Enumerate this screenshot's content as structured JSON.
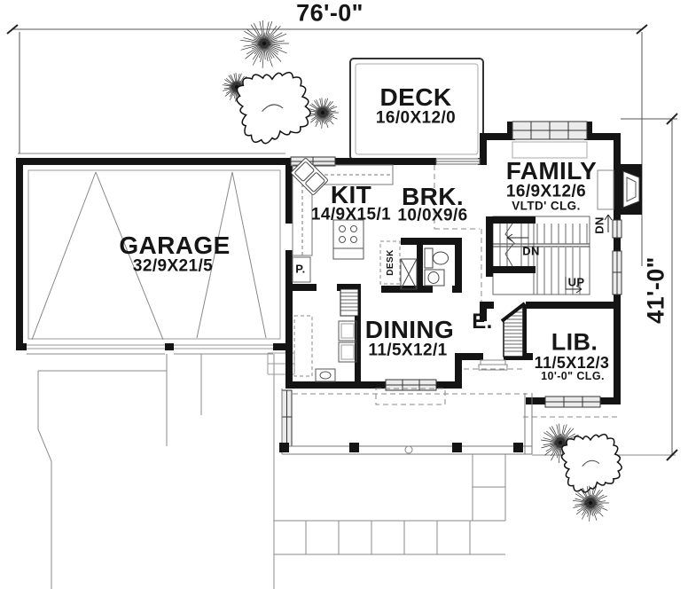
{
  "dimensions": {
    "width": "76'-0\"",
    "depth": "41'-0\""
  },
  "rooms": {
    "deck": {
      "name": "DECK",
      "size": "16/0X12/0"
    },
    "family": {
      "name": "FAMILY",
      "size": "16/9X12/6",
      "ceiling": "VLTD' CLG."
    },
    "kitchen": {
      "name": "KIT",
      "size": "14/9X15/1"
    },
    "breakfast": {
      "name": "BRK.",
      "size": "10/0X9/6"
    },
    "garage": {
      "name": "GARAGE",
      "size": "32/9X21/5"
    },
    "dining": {
      "name": "DINING",
      "size": "11/5X12/1"
    },
    "entry": {
      "name": "E."
    },
    "library": {
      "name": "LIB.",
      "size": "11/5X12/3",
      "ceiling": "10'-0\" CLG."
    }
  },
  "stairs": {
    "down_main": "DN",
    "down_side": "DN",
    "up": "UP"
  },
  "fixtures": {
    "desk": "DESK",
    "pantry": "P."
  },
  "colors": {
    "wall": "#141414",
    "thin_line": "#777777",
    "window_fill": "#ebebeb",
    "background": "#ffffff"
  }
}
